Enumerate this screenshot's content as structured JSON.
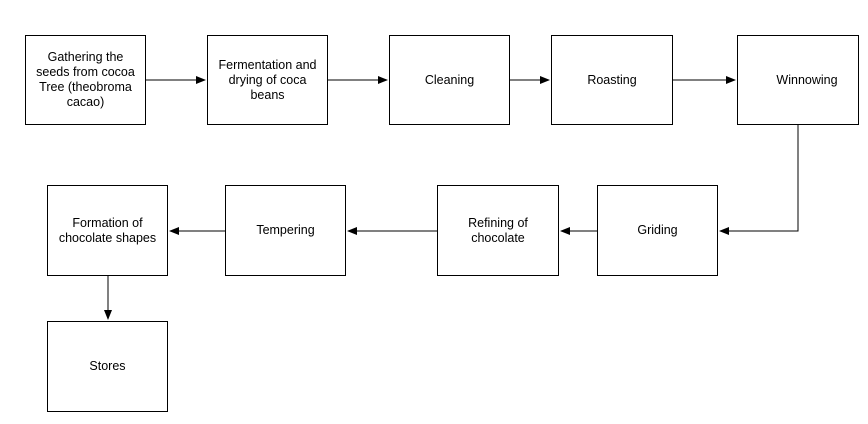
{
  "diagram": {
    "steps": [
      {
        "label": "Gathering the seeds from cocoa Tree (theobroma cacao)"
      },
      {
        "label": "Fermentation and drying of coca beans"
      },
      {
        "label": "Cleaning"
      },
      {
        "label": "Roasting"
      },
      {
        "label": "Winnowing"
      },
      {
        "label": "Griding"
      },
      {
        "label": "Refining of chocolate"
      },
      {
        "label": "Tempering"
      },
      {
        "label": "Formation of chocolate shapes"
      },
      {
        "label": "Stores"
      }
    ],
    "edges": [
      {
        "from": 0,
        "to": 1
      },
      {
        "from": 1,
        "to": 2
      },
      {
        "from": 2,
        "to": 3
      },
      {
        "from": 3,
        "to": 4
      },
      {
        "from": 4,
        "to": 5
      },
      {
        "from": 5,
        "to": 6
      },
      {
        "from": 6,
        "to": 7
      },
      {
        "from": 7,
        "to": 8
      },
      {
        "from": 8,
        "to": 9
      }
    ],
    "colors": {
      "stroke": "#000000",
      "fill": "#ffffff",
      "text": "#000000"
    }
  }
}
